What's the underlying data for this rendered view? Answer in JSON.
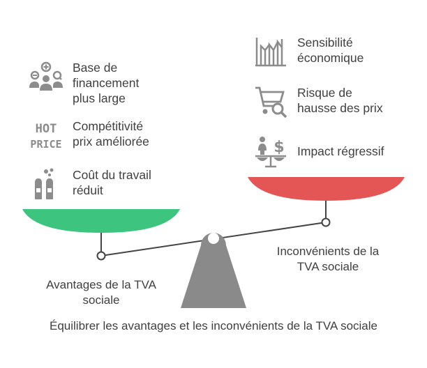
{
  "colors": {
    "pro": "#3dc47e",
    "con": "#e45555",
    "fulcrum": "#8a8a8a",
    "icon": "#8c8c8c",
    "line": "#444444"
  },
  "advantages": {
    "label": "Avantages de la TVA sociale",
    "items": [
      {
        "icon": "people-plus-icon",
        "text": "Base de financement plus large"
      },
      {
        "icon": "hot-price-icon",
        "text": "Compétitivité prix améliorée"
      },
      {
        "icon": "bottles-icon",
        "text": "Coût du travail réduit"
      }
    ]
  },
  "disadvantages": {
    "label": "Inconvénients de la TVA sociale",
    "items": [
      {
        "icon": "fluctuating-bars-icon",
        "text": "Sensibilité économique"
      },
      {
        "icon": "cart-search-icon",
        "text": "Risque de hausse des prix"
      },
      {
        "icon": "person-dollar-scale-icon",
        "text": "Impact régressif"
      }
    ]
  },
  "icon_text": {
    "hot": "HOT",
    "price": "PRICE"
  },
  "caption": "Équilibrer les avantages et les inconvénients de la TVA sociale"
}
